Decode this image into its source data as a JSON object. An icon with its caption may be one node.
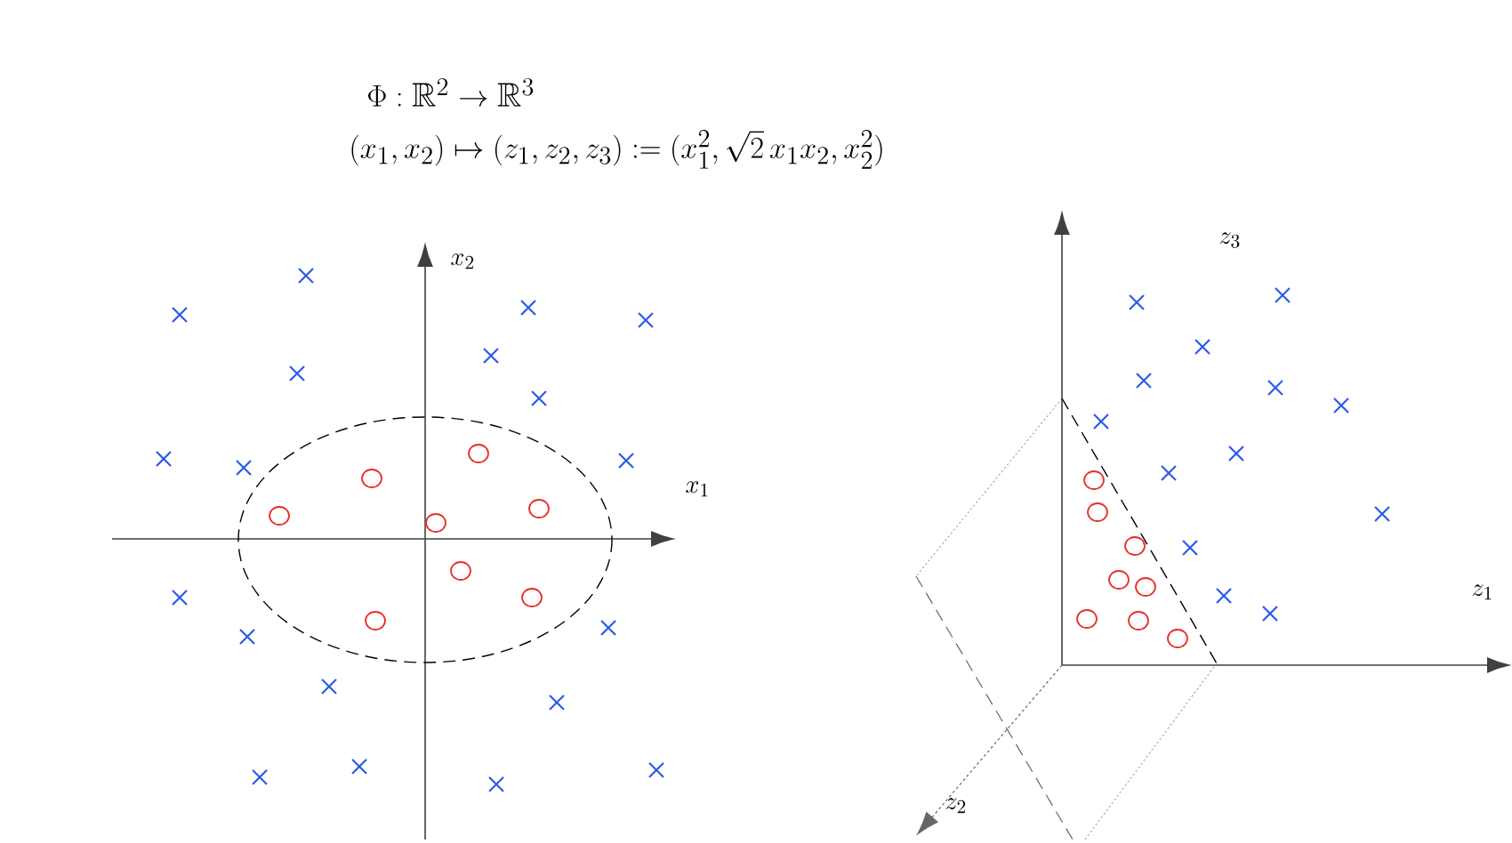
{
  "diagram": {
    "labels": [
      "\\Phi : \\mathbb{R}^2 \\to \\mathbb{R}^3",
      "(x_1, x_2) \\mapsto (z_1, z_2, z_3) := (x_1^2, \\sqrt{2}\\, x_1 x_2, x_2^2)",
      "x_2",
      "x_1",
      "z_3",
      "z_1",
      "z_2"
    ]
  }
}
